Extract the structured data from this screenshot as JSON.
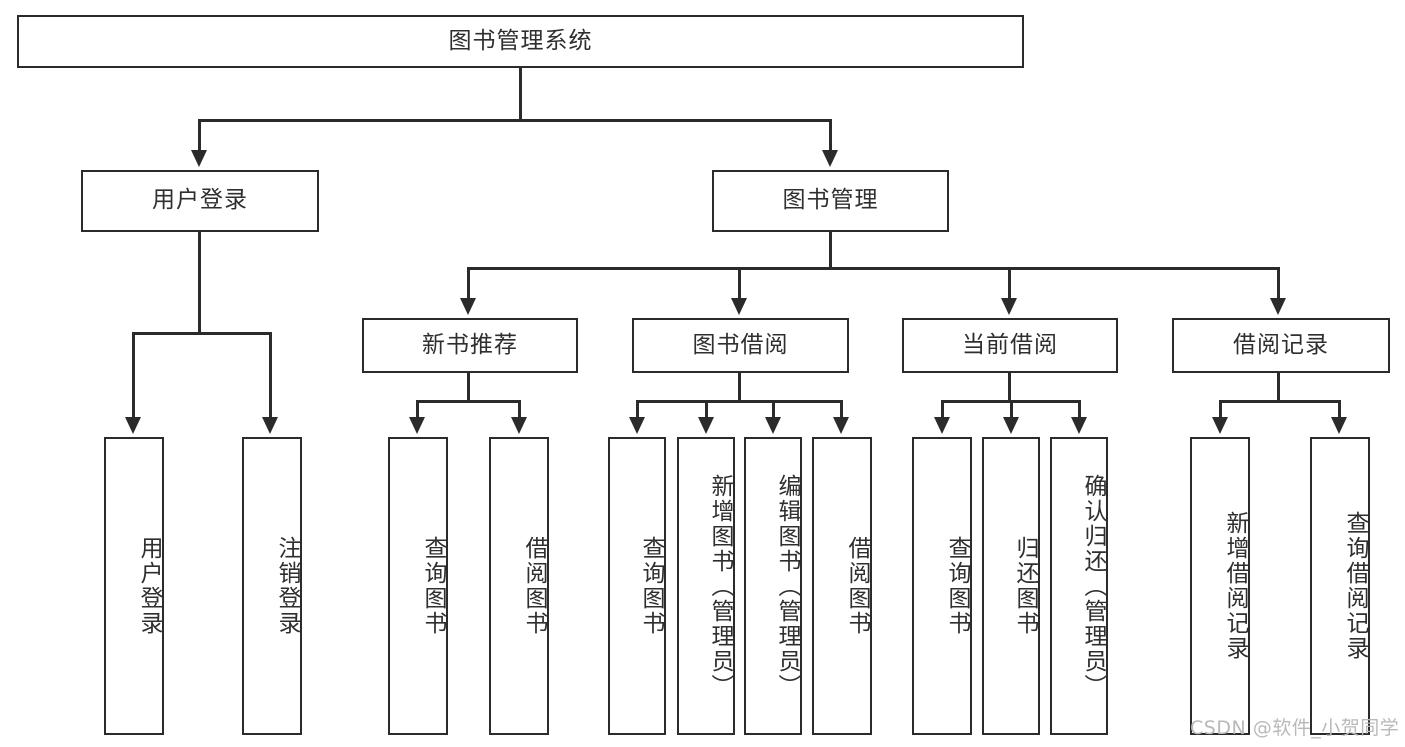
{
  "diagram": {
    "type": "tree-hierarchy-chart",
    "title": "图书管理系统",
    "watermark": "CSDN @软件_小贺同学",
    "colors": {
      "box_border": "#2b2b2b",
      "box_fill": "#ffffff",
      "text": "#2f2f2f",
      "connector": "#2b2b2b",
      "watermark": "#b9b9b9",
      "background": "#ffffff"
    },
    "root": {
      "label": "图书管理系统"
    },
    "level2": [
      {
        "label": "用户登录"
      },
      {
        "label": "图书管理"
      }
    ],
    "level3": [
      {
        "label": "新书推荐"
      },
      {
        "label": "图书借阅"
      },
      {
        "label": "当前借阅"
      },
      {
        "label": "借阅记录"
      }
    ],
    "leaves": {
      "user_login": [
        {
          "label": "用户登录"
        },
        {
          "label": "注销登录"
        }
      ],
      "new_book_recommend": [
        {
          "label": "查询图书"
        },
        {
          "label": "借阅图书"
        }
      ],
      "book_borrow": [
        {
          "label": "查询图书"
        },
        {
          "label": "新增图书（管理员）"
        },
        {
          "label": "编辑图书（管理员）"
        },
        {
          "label": "借阅图书"
        }
      ],
      "current_borrow": [
        {
          "label": "查询图书"
        },
        {
          "label": "归还图书"
        },
        {
          "label": "确认归还（管理员）"
        }
      ],
      "borrow_record": [
        {
          "label": "新增借阅记录"
        },
        {
          "label": "查询借阅记录"
        }
      ]
    }
  }
}
